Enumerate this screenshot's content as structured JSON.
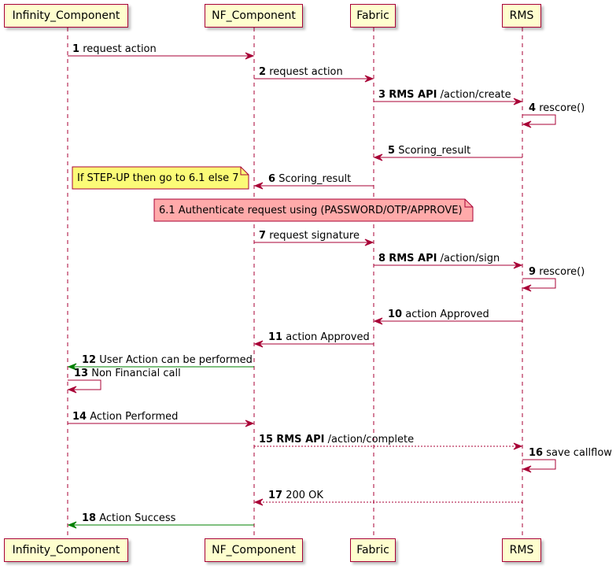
{
  "participants": [
    {
      "id": "infinity",
      "label": "Infinity_Component"
    },
    {
      "id": "nf",
      "label": "NF_Component"
    },
    {
      "id": "fabric",
      "label": "Fabric"
    },
    {
      "id": "rms",
      "label": "RMS"
    }
  ],
  "messages": [
    {
      "num": "1",
      "bold": "",
      "text": "request action",
      "from": "infinity",
      "to": "nf",
      "style": "solid",
      "color": "#a80036"
    },
    {
      "num": "2",
      "bold": "",
      "text": "request action",
      "from": "nf",
      "to": "fabric",
      "style": "solid",
      "color": "#a80036"
    },
    {
      "num": "3",
      "bold": "RMS API",
      "text": "/action/create",
      "from": "fabric",
      "to": "rms",
      "style": "solid",
      "color": "#a80036"
    },
    {
      "num": "4",
      "bold": "",
      "text": "rescore()",
      "from": "rms",
      "to": "rms",
      "style": "solid",
      "color": "#a80036"
    },
    {
      "num": "5",
      "bold": "",
      "text": "Scoring_result",
      "from": "rms",
      "to": "fabric",
      "style": "solid",
      "color": "#a80036"
    },
    {
      "num": "6",
      "bold": "",
      "text": "Scoring_result",
      "from": "fabric",
      "to": "nf",
      "style": "solid",
      "color": "#a80036"
    },
    {
      "num": "7",
      "bold": "",
      "text": "request signature",
      "from": "nf",
      "to": "fabric",
      "style": "solid",
      "color": "#a80036"
    },
    {
      "num": "8",
      "bold": "RMS API",
      "text": "/action/sign",
      "from": "fabric",
      "to": "rms",
      "style": "solid",
      "color": "#a80036"
    },
    {
      "num": "9",
      "bold": "",
      "text": "rescore()",
      "from": "rms",
      "to": "rms",
      "style": "solid",
      "color": "#a80036"
    },
    {
      "num": "10",
      "bold": "",
      "text": "action Approved",
      "from": "rms",
      "to": "fabric",
      "style": "solid",
      "color": "#a80036"
    },
    {
      "num": "11",
      "bold": "",
      "text": "action Approved",
      "from": "fabric",
      "to": "nf",
      "style": "solid",
      "color": "#a80036"
    },
    {
      "num": "12",
      "bold": "",
      "text": "User Action can be performed",
      "from": "nf",
      "to": "infinity",
      "style": "solid",
      "color": "#008000"
    },
    {
      "num": "13",
      "bold": "",
      "text": "Non Financial call",
      "from": "infinity",
      "to": "infinity",
      "style": "solid",
      "color": "#a80036"
    },
    {
      "num": "14",
      "bold": "",
      "text": "Action Performed",
      "from": "infinity",
      "to": "nf",
      "style": "solid",
      "color": "#a80036"
    },
    {
      "num": "15",
      "bold": "RMS API",
      "text": "/action/complete",
      "from": "nf",
      "to": "rms",
      "style": "dashed",
      "color": "#a80036"
    },
    {
      "num": "16",
      "bold": "",
      "text": "save callflow",
      "from": "rms",
      "to": "rms",
      "style": "solid",
      "color": "#a80036"
    },
    {
      "num": "17",
      "bold": "",
      "text": "200 OK",
      "from": "rms",
      "to": "nf",
      "style": "dashed",
      "color": "#a80036"
    },
    {
      "num": "18",
      "bold": "",
      "text": "Action Success",
      "from": "nf",
      "to": "infinity",
      "style": "solid",
      "color": "#008000"
    }
  ],
  "notes": [
    {
      "text": "If STEP-UP then go to 6.1 else 7",
      "color": "#fbfb77"
    },
    {
      "text": "6.1 Authenticate request using (PASSWORD/OTP/APPROVE)",
      "color": "#ffaaaa"
    }
  ],
  "colors": {
    "line": "#a80036",
    "box": "#fefece"
  }
}
